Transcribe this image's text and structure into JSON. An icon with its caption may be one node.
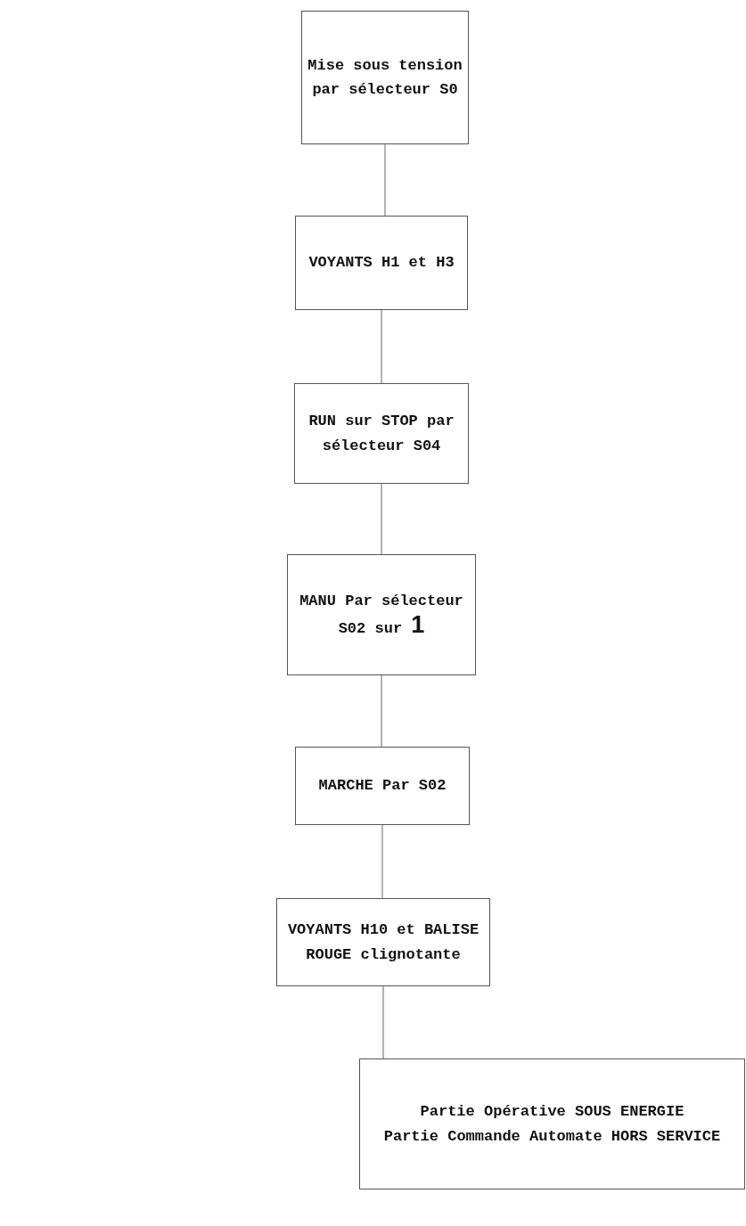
{
  "diagram": {
    "nodes": [
      {
        "text": [
          "Mise sous tension par sélecteur S0"
        ]
      },
      {
        "text": [
          "VOYANTS H1 et H3"
        ]
      },
      {
        "text": [
          "RUN sur STOP par sélecteur S04"
        ]
      },
      {
        "text": [
          "MANU Par sélecteur S02 sur **1**"
        ]
      },
      {
        "text": [
          "MARCHE Par S02"
        ]
      },
      {
        "text": [
          "VOYANTS H10 et BALISE ROUGE clignotante"
        ]
      },
      {
        "text": [
          "Partie Opérative SOUS ENERGIE",
          "Partie Commande Automate HORS SERVICE"
        ]
      }
    ],
    "edges": [
      {
        "from": 0,
        "to": 1,
        "arrow": "none"
      },
      {
        "from": 1,
        "to": 2,
        "arrow": "none"
      },
      {
        "from": 2,
        "to": 3,
        "arrow": "none"
      },
      {
        "from": 3,
        "to": 4,
        "arrow": "none"
      },
      {
        "from": 4,
        "to": 5,
        "arrow": "none"
      },
      {
        "from": 5,
        "to": 6,
        "arrow": "none"
      }
    ]
  }
}
